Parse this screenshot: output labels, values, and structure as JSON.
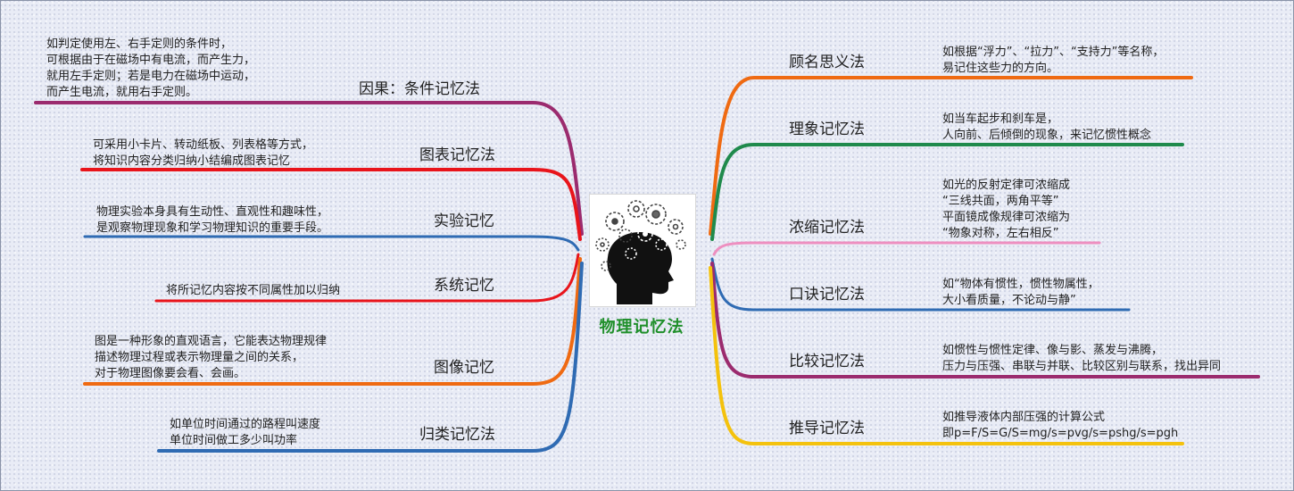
{
  "center": {
    "title": "物理记忆法"
  },
  "colors": {
    "magenta": "#9b2b6e",
    "red": "#e8141b",
    "blue": "#2f6bb3",
    "orange": "#ef6a12",
    "green": "#1f8a4c",
    "pink": "#ee8fc0",
    "yellow": "#f4c20d",
    "center_title": "#1f8f2a"
  },
  "left": [
    {
      "label": "因果：条件记忆法",
      "color": "#9b2b6e",
      "note": [
        "如判定使用左、右手定则的条件时，",
        "可根据由于在磁场中有电流，而产生力，",
        "就用左手定则；若是电力在磁场中运动，",
        "而产生电流，就用右手定则。"
      ]
    },
    {
      "label": "图表记忆法",
      "color": "#e8141b",
      "note": [
        "可采用小卡片、转动纸板、列表格等方式，",
        "将知识内容分类归纳小结编成图表记忆"
      ]
    },
    {
      "label": "实验记忆",
      "color": "#2f6bb3",
      "note": [
        "物理实验本身具有生动性、直观性和趣味性，",
        "是观察物理现象和学习物理知识的重要手段。"
      ]
    },
    {
      "label": "系统记忆",
      "color": "#e8141b",
      "note": [
        "将所记忆内容按不同属性加以归纳"
      ]
    },
    {
      "label": "图像记忆",
      "color": "#ef6a12",
      "note": [
        "图是一种形象的直观语言，它能表达物理规律",
        "描述物理过程或表示物理量之间的关系，",
        "对于物理图像要会看、会画。"
      ]
    },
    {
      "label": "归类记忆法",
      "color": "#2f6bb3",
      "note": [
        "如单位时间通过的路程叫速度",
        "单位时间做工多少叫功率"
      ]
    }
  ],
  "right": [
    {
      "label": "顾名思义法",
      "color": "#ef6a12",
      "note": [
        "如根据“浮力”、“拉力”、“支持力”等名称，",
        "易记住这些力的方向。"
      ]
    },
    {
      "label": "理象记忆法",
      "color": "#1f8a4c",
      "note": [
        "如当车起步和刹车是，",
        "人向前、后倾倒的现象，来记忆惯性概念"
      ]
    },
    {
      "label": "浓缩记忆法",
      "color": "#ee8fc0",
      "note": [
        "如光的反射定律可浓缩成",
        "“三线共面，两角平等”",
        "平面镜成像规律可浓缩为",
        "“物象对称，左右相反”"
      ]
    },
    {
      "label": "口诀记忆法",
      "color": "#2f6bb3",
      "note": [
        "如“物体有惯性，惯性物属性，",
        "大小看质量，不论动与静”"
      ]
    },
    {
      "label": "比较记忆法",
      "color": "#9b2b6e",
      "note": [
        "如惯性与惯性定律、像与影、蒸发与沸腾，",
        "压力与压强、串联与并联、比较区别与联系，找出异同"
      ]
    },
    {
      "label": "推导记忆法",
      "color": "#f4c20d",
      "note": [
        "如推导液体内部压强的计算公式",
        "即p=F/S=G/S=mg/s=pvg/s=pshg/s=pgh"
      ]
    }
  ]
}
